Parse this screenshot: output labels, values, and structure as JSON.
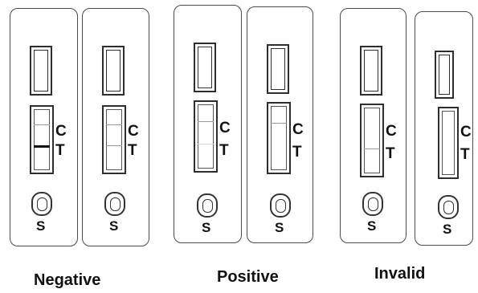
{
  "labels": {
    "negative": "Negative",
    "positive": "Positive",
    "invalid": "Invalid"
  },
  "cassettes": [
    {
      "group": "Negative",
      "control_line": "visible",
      "test_line": "dark",
      "window_markers": [
        "C",
        "T"
      ],
      "well_label": "S"
    },
    {
      "group": "Negative",
      "control_line": "visible",
      "test_line": "visible",
      "window_markers": [
        "C",
        "T"
      ],
      "well_label": "S"
    },
    {
      "group": "Positive",
      "control_line": "visible",
      "test_line": "faint",
      "window_markers": [
        "C",
        "T"
      ],
      "well_label": "S"
    },
    {
      "group": "Positive",
      "control_line": "visible",
      "test_line": "none",
      "window_markers": [
        "C",
        "T"
      ],
      "well_label": "S"
    },
    {
      "group": "Invalid",
      "control_line": "none",
      "test_line": "visible",
      "window_markers": [
        "C",
        "T"
      ],
      "well_label": "S"
    },
    {
      "group": "Invalid",
      "control_line": "none",
      "test_line": "none",
      "window_markers": [
        "C",
        "T"
      ],
      "well_label": "S"
    }
  ]
}
